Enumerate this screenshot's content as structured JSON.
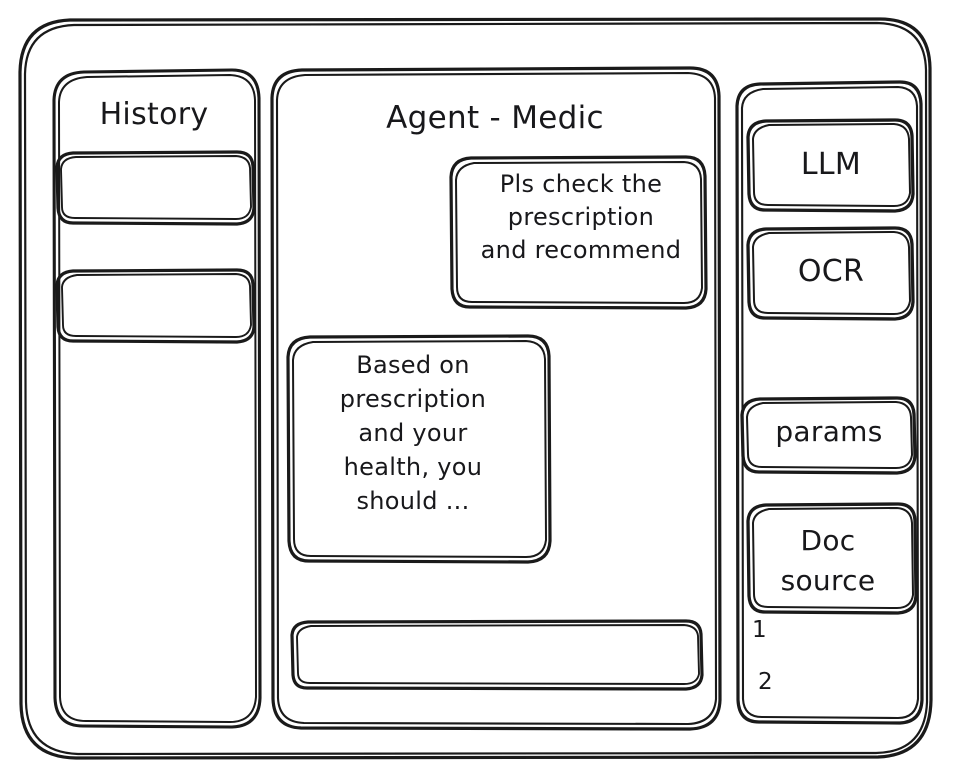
{
  "app": {
    "style": "hand-drawn-wireframe",
    "stroke_color": "#1a1a1a",
    "background_color": "#ffffff"
  },
  "sidebar": {
    "title": "History",
    "items": [
      {
        "label": ""
      },
      {
        "label": ""
      }
    ]
  },
  "main": {
    "title": "Agent - Medic",
    "messages": [
      {
        "role": "user",
        "align": "right",
        "text": "Pls check the\nprescription\nand recommend"
      },
      {
        "role": "assistant",
        "align": "left",
        "text": "Based on\nprescription\nand your\nhealth, you\nshould ..."
      }
    ],
    "composer": {
      "value": "",
      "placeholder": ""
    }
  },
  "tools": {
    "items": [
      {
        "label": "LLM"
      },
      {
        "label": "OCR"
      },
      {
        "label": "params"
      },
      {
        "label": "Doc\nsource"
      }
    ],
    "sources": [
      {
        "label": "1"
      },
      {
        "label": "2"
      }
    ]
  }
}
